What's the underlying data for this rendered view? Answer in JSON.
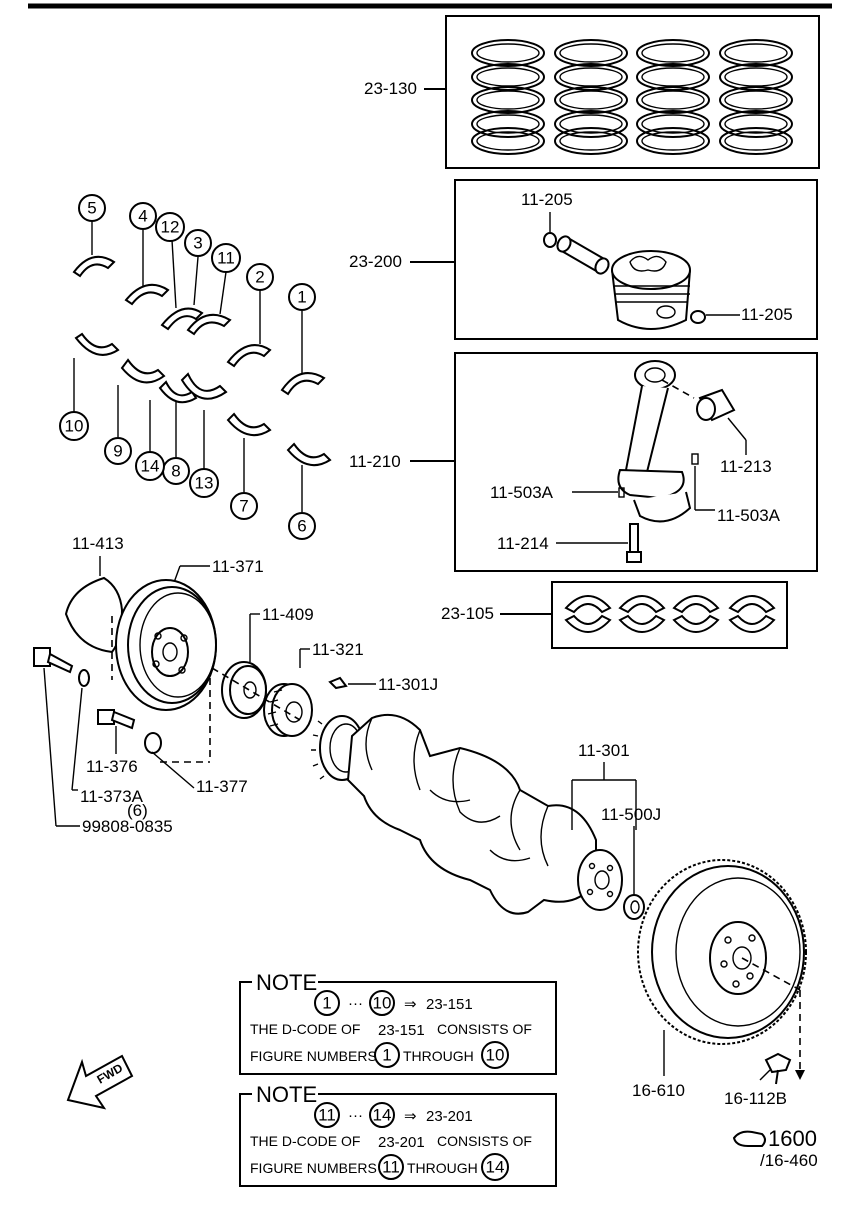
{
  "boxes": {
    "piston_rings": "23-130",
    "piston": "23-200",
    "piston_pin_clip_left": "11-205",
    "piston_pin_clip_right": "11-205",
    "conrod": "11-210",
    "conrod_bushing": "11-213",
    "conrod_oil_jet_left": "11-503A",
    "conrod_oil_jet_right": "11-503A",
    "conrod_bolt": "11-214",
    "conrod_bearings": "23-105"
  },
  "bearing_numbers": [
    "1",
    "2",
    "3",
    "4",
    "5",
    "6",
    "7",
    "8",
    "9",
    "10",
    "11",
    "12",
    "13",
    "14"
  ],
  "parts": {
    "p11_413": "11-413",
    "p11_371": "11-371",
    "p11_409": "11-409",
    "p11_321": "11-321",
    "p11_301J": "11-301J",
    "p11_376": "11-376",
    "p11_373A": "11-373A",
    "p11_373A_qty": "(6)",
    "p11_377": "11-377",
    "p99808": "99808-0835",
    "p11_301": "11-301",
    "p11_500J": "11-500J",
    "p16_610": "16-610",
    "p16_112B": "16-112B"
  },
  "notes": [
    {
      "heading": "NOTE",
      "from": "1",
      "dots": "···",
      "arrow": "⇒",
      "target": "23-151",
      "line1_a": "THE D-CODE OF",
      "line1_b": "23-151",
      "line1_c": "CONSISTS OF",
      "line2_a": "FIGURE NUMBERS",
      "line2_from": "1",
      "line2_b": "THROUGH",
      "line2_to": "10",
      "to": "10"
    },
    {
      "heading": "NOTE",
      "from": "11",
      "dots": "···",
      "arrow": "⇒",
      "target": "23-201",
      "line1_a": "THE D-CODE OF",
      "line1_b": "23-201",
      "line1_c": "CONSISTS OF",
      "line2_a": "FIGURE NUMBERS",
      "line2_from": "11",
      "line2_b": "THROUGH",
      "line2_to": "14",
      "to": "14"
    }
  ],
  "fwd_label": "FWD",
  "ref": {
    "page": "1600",
    "code": "/16-460"
  }
}
